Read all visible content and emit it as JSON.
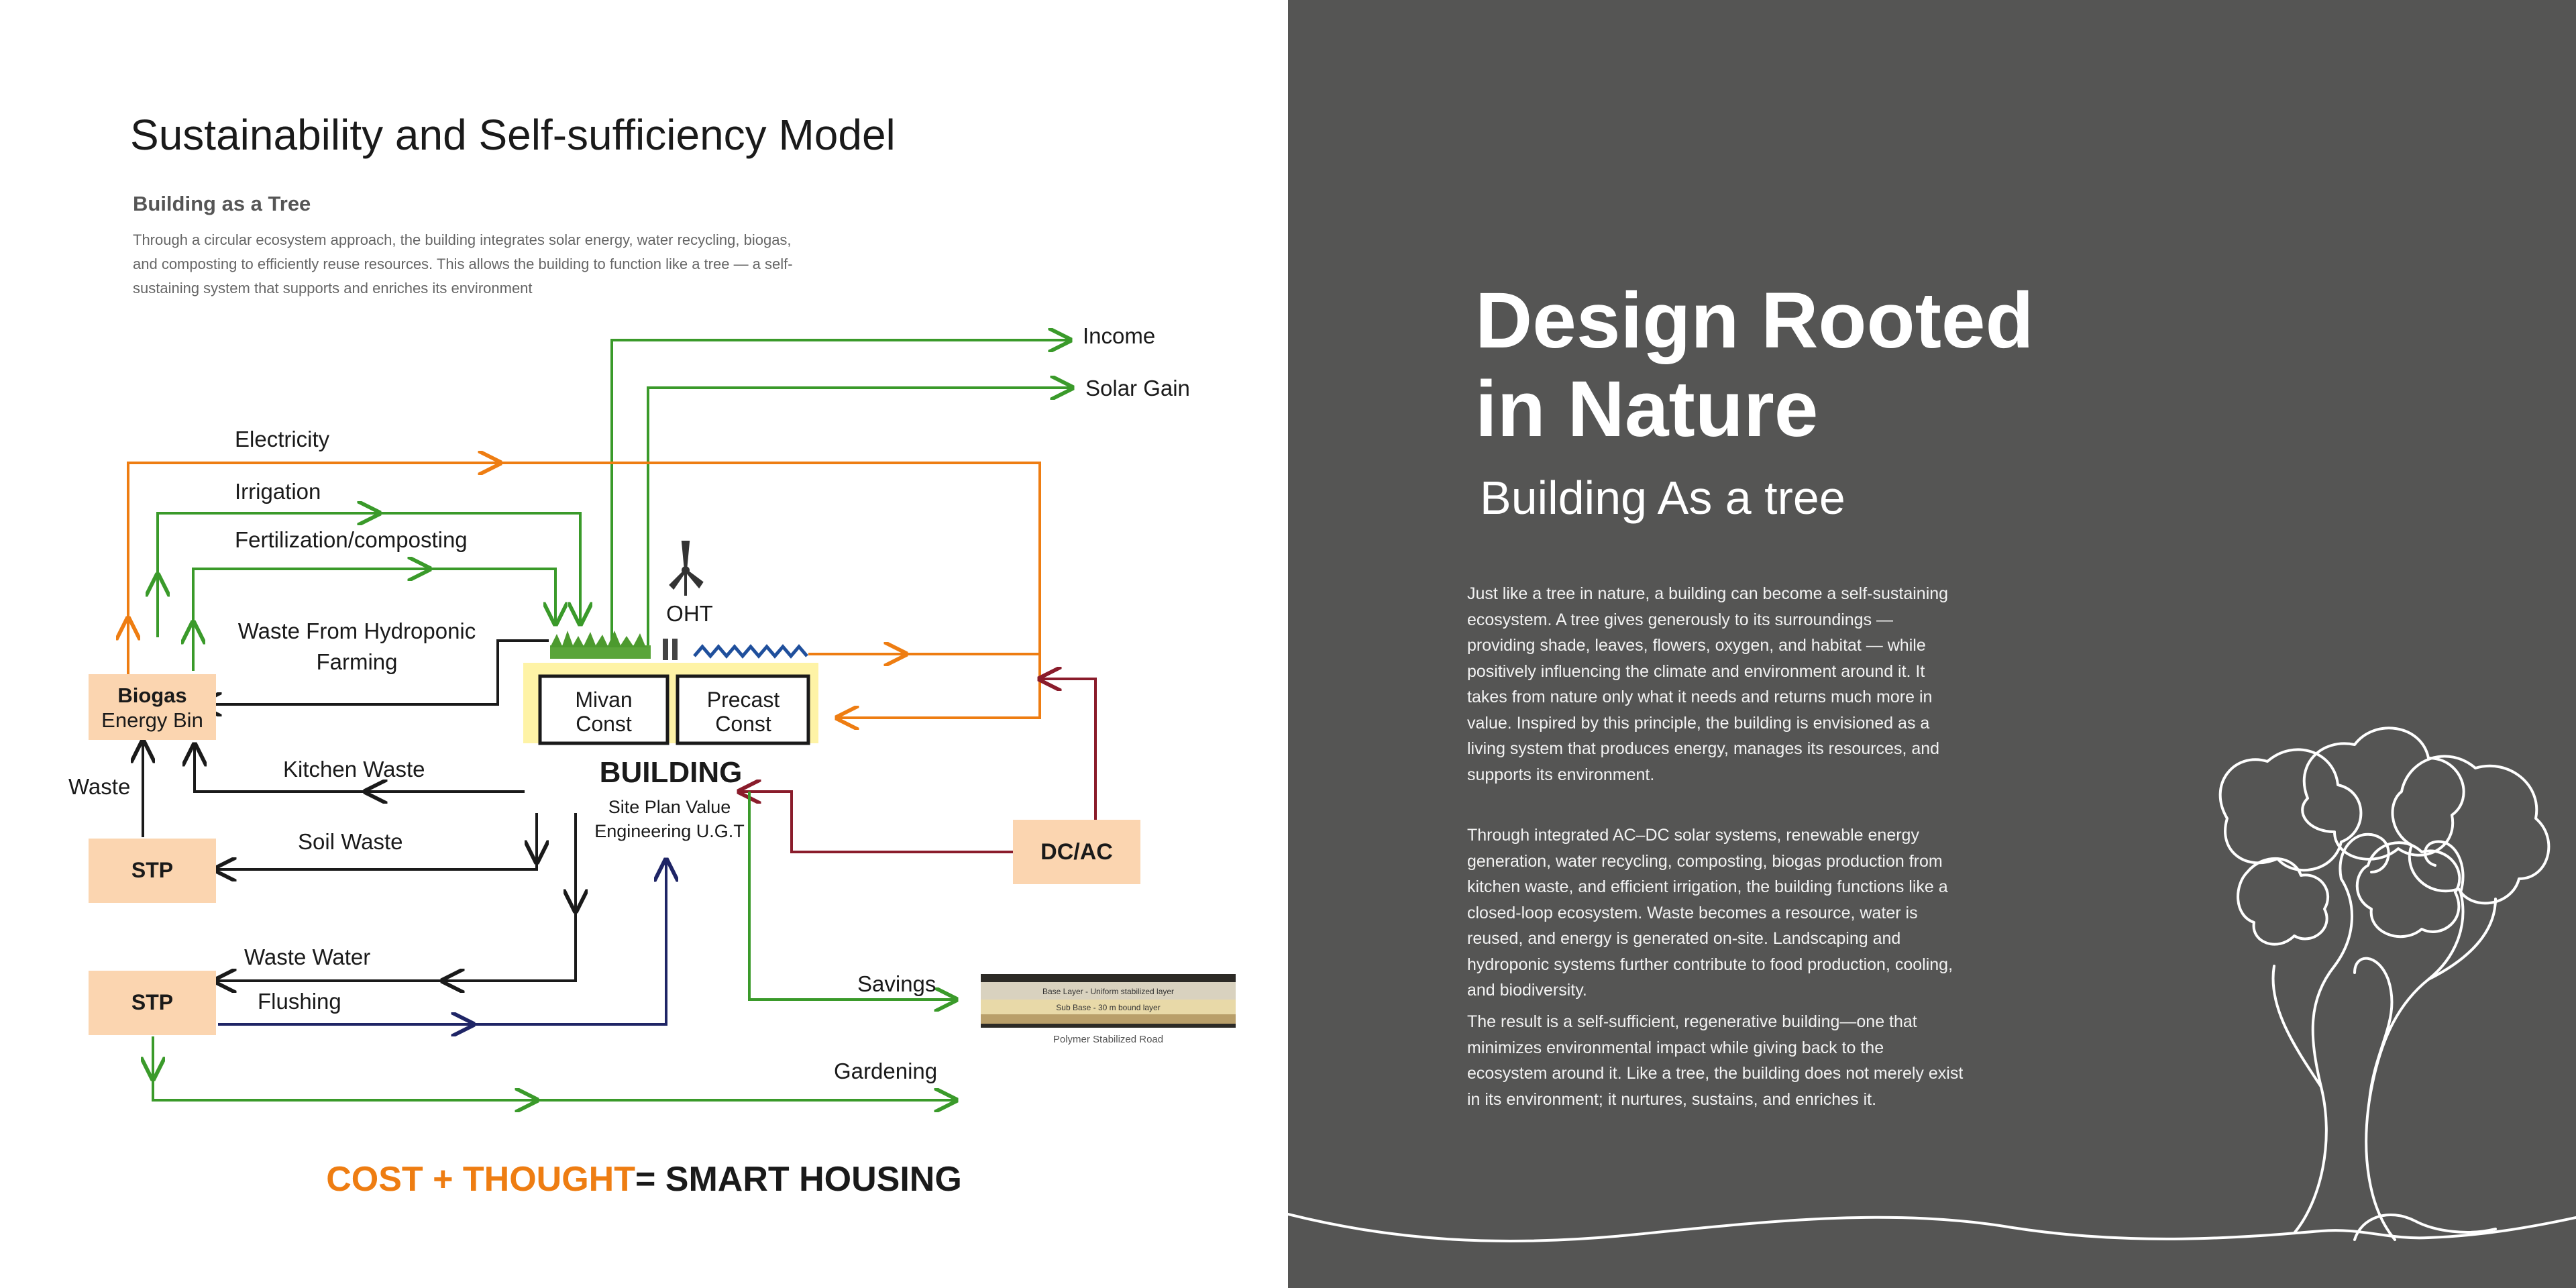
{
  "left": {
    "title": "Sustainability and Self-sufficiency Model",
    "subtitle": "Building as a Tree",
    "intro": "Through a circular ecosystem approach, the building integrates solar energy, water recycling, biogas, and composting to efficiently reuse resources. This allows the building to function like a tree — a self-sustaining system that supports and enriches its environment",
    "diagram": {
      "labels": {
        "income": "Income",
        "solar_gain": "Solar Gain",
        "electricity": "Electricity",
        "irrigation": "Irrigation",
        "fertilization": "Fertilization/composting",
        "hydroponic_1": "Waste From Hydroponic",
        "hydroponic_2": "Farming",
        "oht": "OHT",
        "kitchen_waste": "Kitchen Waste",
        "waste": "Waste",
        "soil_waste": "Soil Waste",
        "waste_water": "Waste Water",
        "flushing": "Flushing",
        "savings": "Savings",
        "gardening": "Gardening"
      },
      "boxes": {
        "biogas_1": "Biogas",
        "biogas_2": "Energy Bin",
        "stp_top": "STP",
        "stp_bottom": "STP",
        "dcac": "DC/AC",
        "mivan_1": "Mivan",
        "mivan_2": "Const",
        "precast_1": "Precast",
        "precast_2": "Const"
      },
      "building": {
        "title": "BUILDING",
        "line1": "Site Plan Value",
        "line2": "Engineering U.G.T"
      },
      "road_image": {
        "layer1": "Base Layer - Uniform stabilized layer",
        "layer2": "Sub Base - 30 m bound layer",
        "caption": "Polymer Stabilized Road"
      },
      "colors": {
        "green": "#3a9a2a",
        "orange": "#ee7d12",
        "black": "#1a1a1a",
        "navy": "#1f2566",
        "maroon": "#8a1c2b",
        "peach": "#fbd5b0",
        "cream": "#fef3a6"
      },
      "icons": [
        "wind-turbine-icon",
        "grass-icon",
        "wave-icon"
      ]
    },
    "slogan": {
      "part1": "COST + THOUGHT",
      "part2": "= SMART HOUSING"
    }
  },
  "right": {
    "title_line1": "Design Rooted",
    "title_line2": "in Nature",
    "subtitle": "Building As a tree",
    "paragraphs": [
      "Just like a tree in nature, a building can become a self-sustaining ecosystem. A tree gives generously to its surroundings — providing shade, leaves, flowers, oxygen, and habitat — while positively influencing the climate and environment around it. It takes from nature only what it needs and returns much more in value. Inspired by this principle, the building is envisioned as a living system that produces energy, manages its resources, and supports its environment.",
      "Through integrated AC–DC solar systems, renewable energy generation, water recycling, composting, biogas production from kitchen waste, and efficient irrigation, the building functions like a closed-loop ecosystem. Waste becomes a resource, water is reused, and energy is generated on-site. Landscaping and hydroponic systems further contribute to food production, cooling, and biodiversity.",
      "The result is a self-sufficient, regenerative building—one that minimizes environmental impact while giving back to the ecosystem around it. Like a tree, the building does not merely exist in its environment; it nurtures, sustains, and enriches it."
    ],
    "background_color": "#555554",
    "icons": [
      "tree-line-art-icon"
    ]
  }
}
